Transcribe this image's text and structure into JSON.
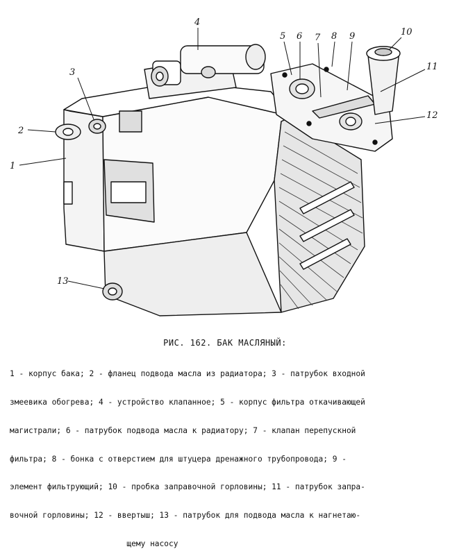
{
  "figure": {
    "callouts": [
      "1",
      "2",
      "3",
      "4",
      "5",
      "6",
      "7",
      "8",
      "9",
      "10",
      "11",
      "12",
      "13"
    ]
  },
  "caption": {
    "title": "РИС. 162. БАК МАСЛЯНЫЙ:",
    "lines": [
      "1 - корпус бака; 2 - фланец подвода масла из радиатора; 3 - патрубок входной",
      "змеевика обогрева; 4 - устройство клапанное; 5 - корпус фильтра откачивающей",
      "магистрали; 6 - патрубок подвода масла к радиатору; 7 - клапан перепускной",
      "фильтра; 8 - бонка с отверстием для штуцера дренажного трубопровода; 9 -",
      "элемент фильтрующий; 10 - пробка заправочной горловины; 11 - патрубок запра-",
      "вочной горловины; 12 - ввертыш; 13 - патрубок для подвода масла к нагнетаю-",
      "                         щему насосу"
    ]
  }
}
